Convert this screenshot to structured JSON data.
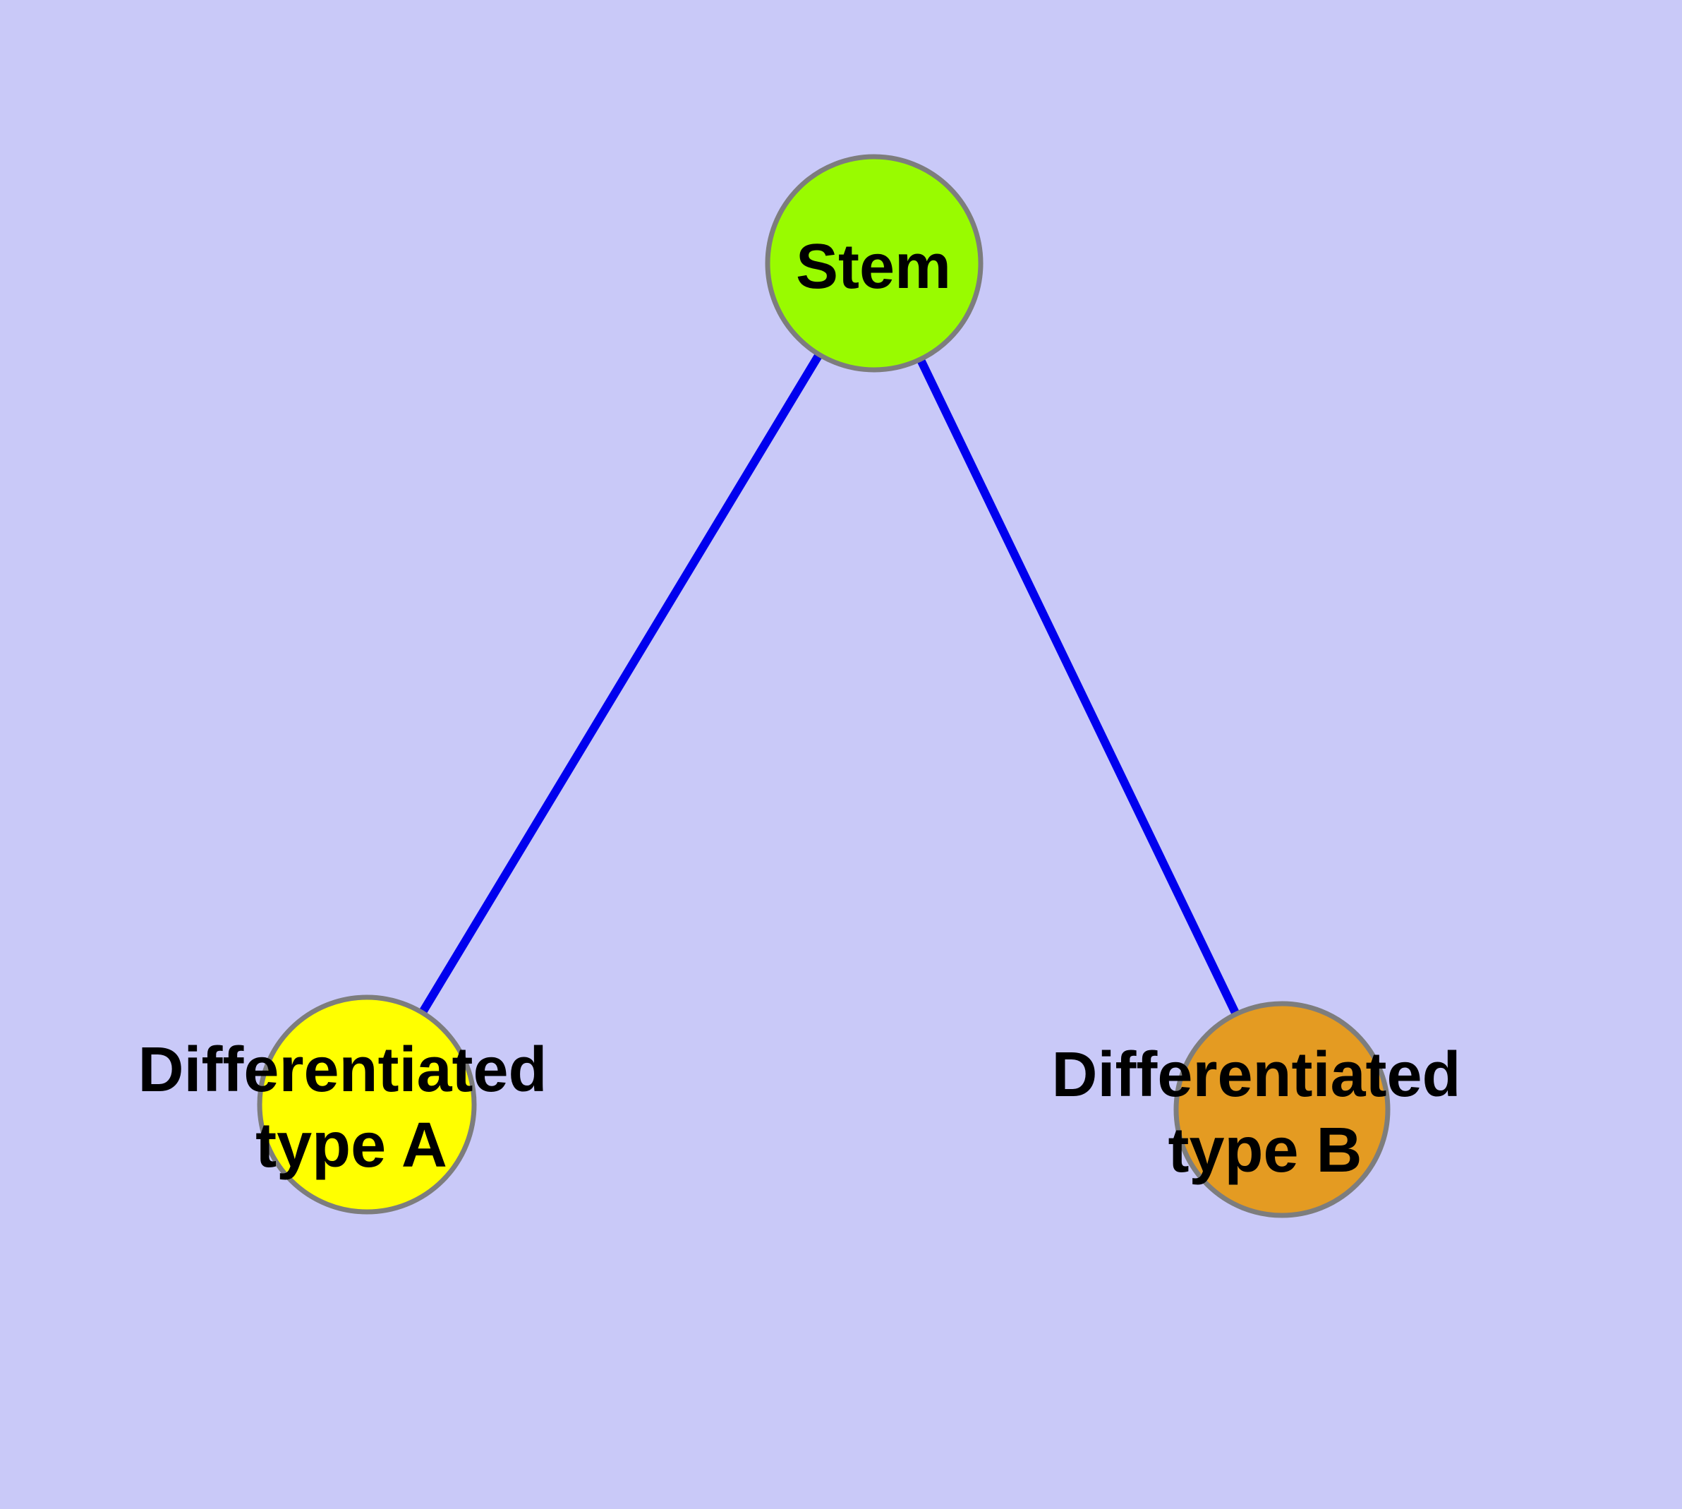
{
  "diagram": {
    "background_color": "#C9C9F8",
    "edge_color": "#0000EE",
    "node_border_color": "#7D7D7D",
    "text_color": "#000000",
    "nodes": {
      "stem": {
        "label": "Stem",
        "fill": "#99FB00"
      },
      "type_a": {
        "label_line1": "Differentiated",
        "label_line2": "type A",
        "fill": "#FFFF00"
      },
      "type_b": {
        "label_line1": "Differentiated",
        "label_line2": "type B",
        "fill": "#E49B22"
      }
    },
    "edges": [
      {
        "from": "Stem",
        "to": "Differentiated type A"
      },
      {
        "from": "Stem",
        "to": "Differentiated type B"
      }
    ]
  }
}
